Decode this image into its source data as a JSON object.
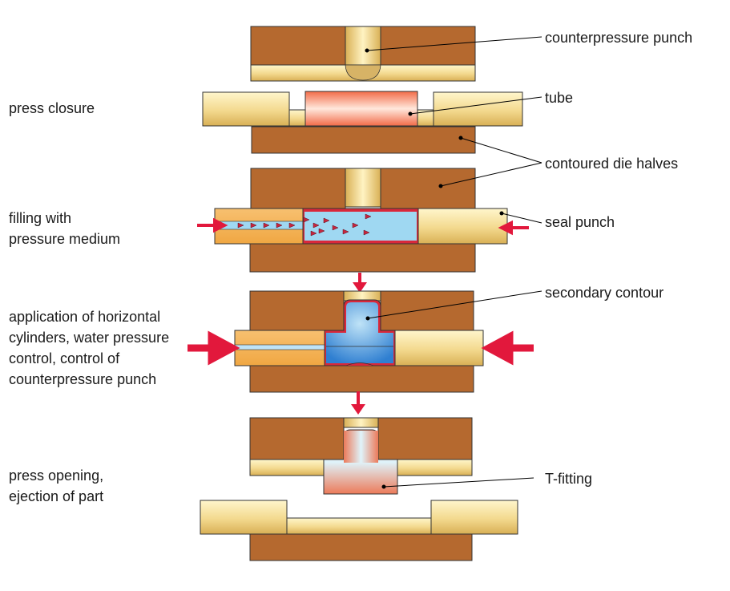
{
  "stages": {
    "press_closure": "press closure",
    "filling": [
      "filling with",
      "pressure medium"
    ],
    "application": [
      "application of horizontal",
      "cylinders, water pressure",
      "control, control of",
      "counterpressure punch"
    ],
    "press_opening": [
      "press opening,",
      "ejection of part"
    ]
  },
  "callouts": {
    "counterpressure_punch": "counterpressure punch",
    "tube": "tube",
    "contoured_die_halves": "contoured die halves",
    "seal_punch": "seal punch",
    "secondary_contour": "secondary contour",
    "t_fitting": "T-fitting"
  },
  "colors": {
    "die": "#b5692f",
    "punch": "#f3d98e",
    "tube": "#f7a58c",
    "medium": "#9fd8f2",
    "arrow": "#e2183c"
  }
}
